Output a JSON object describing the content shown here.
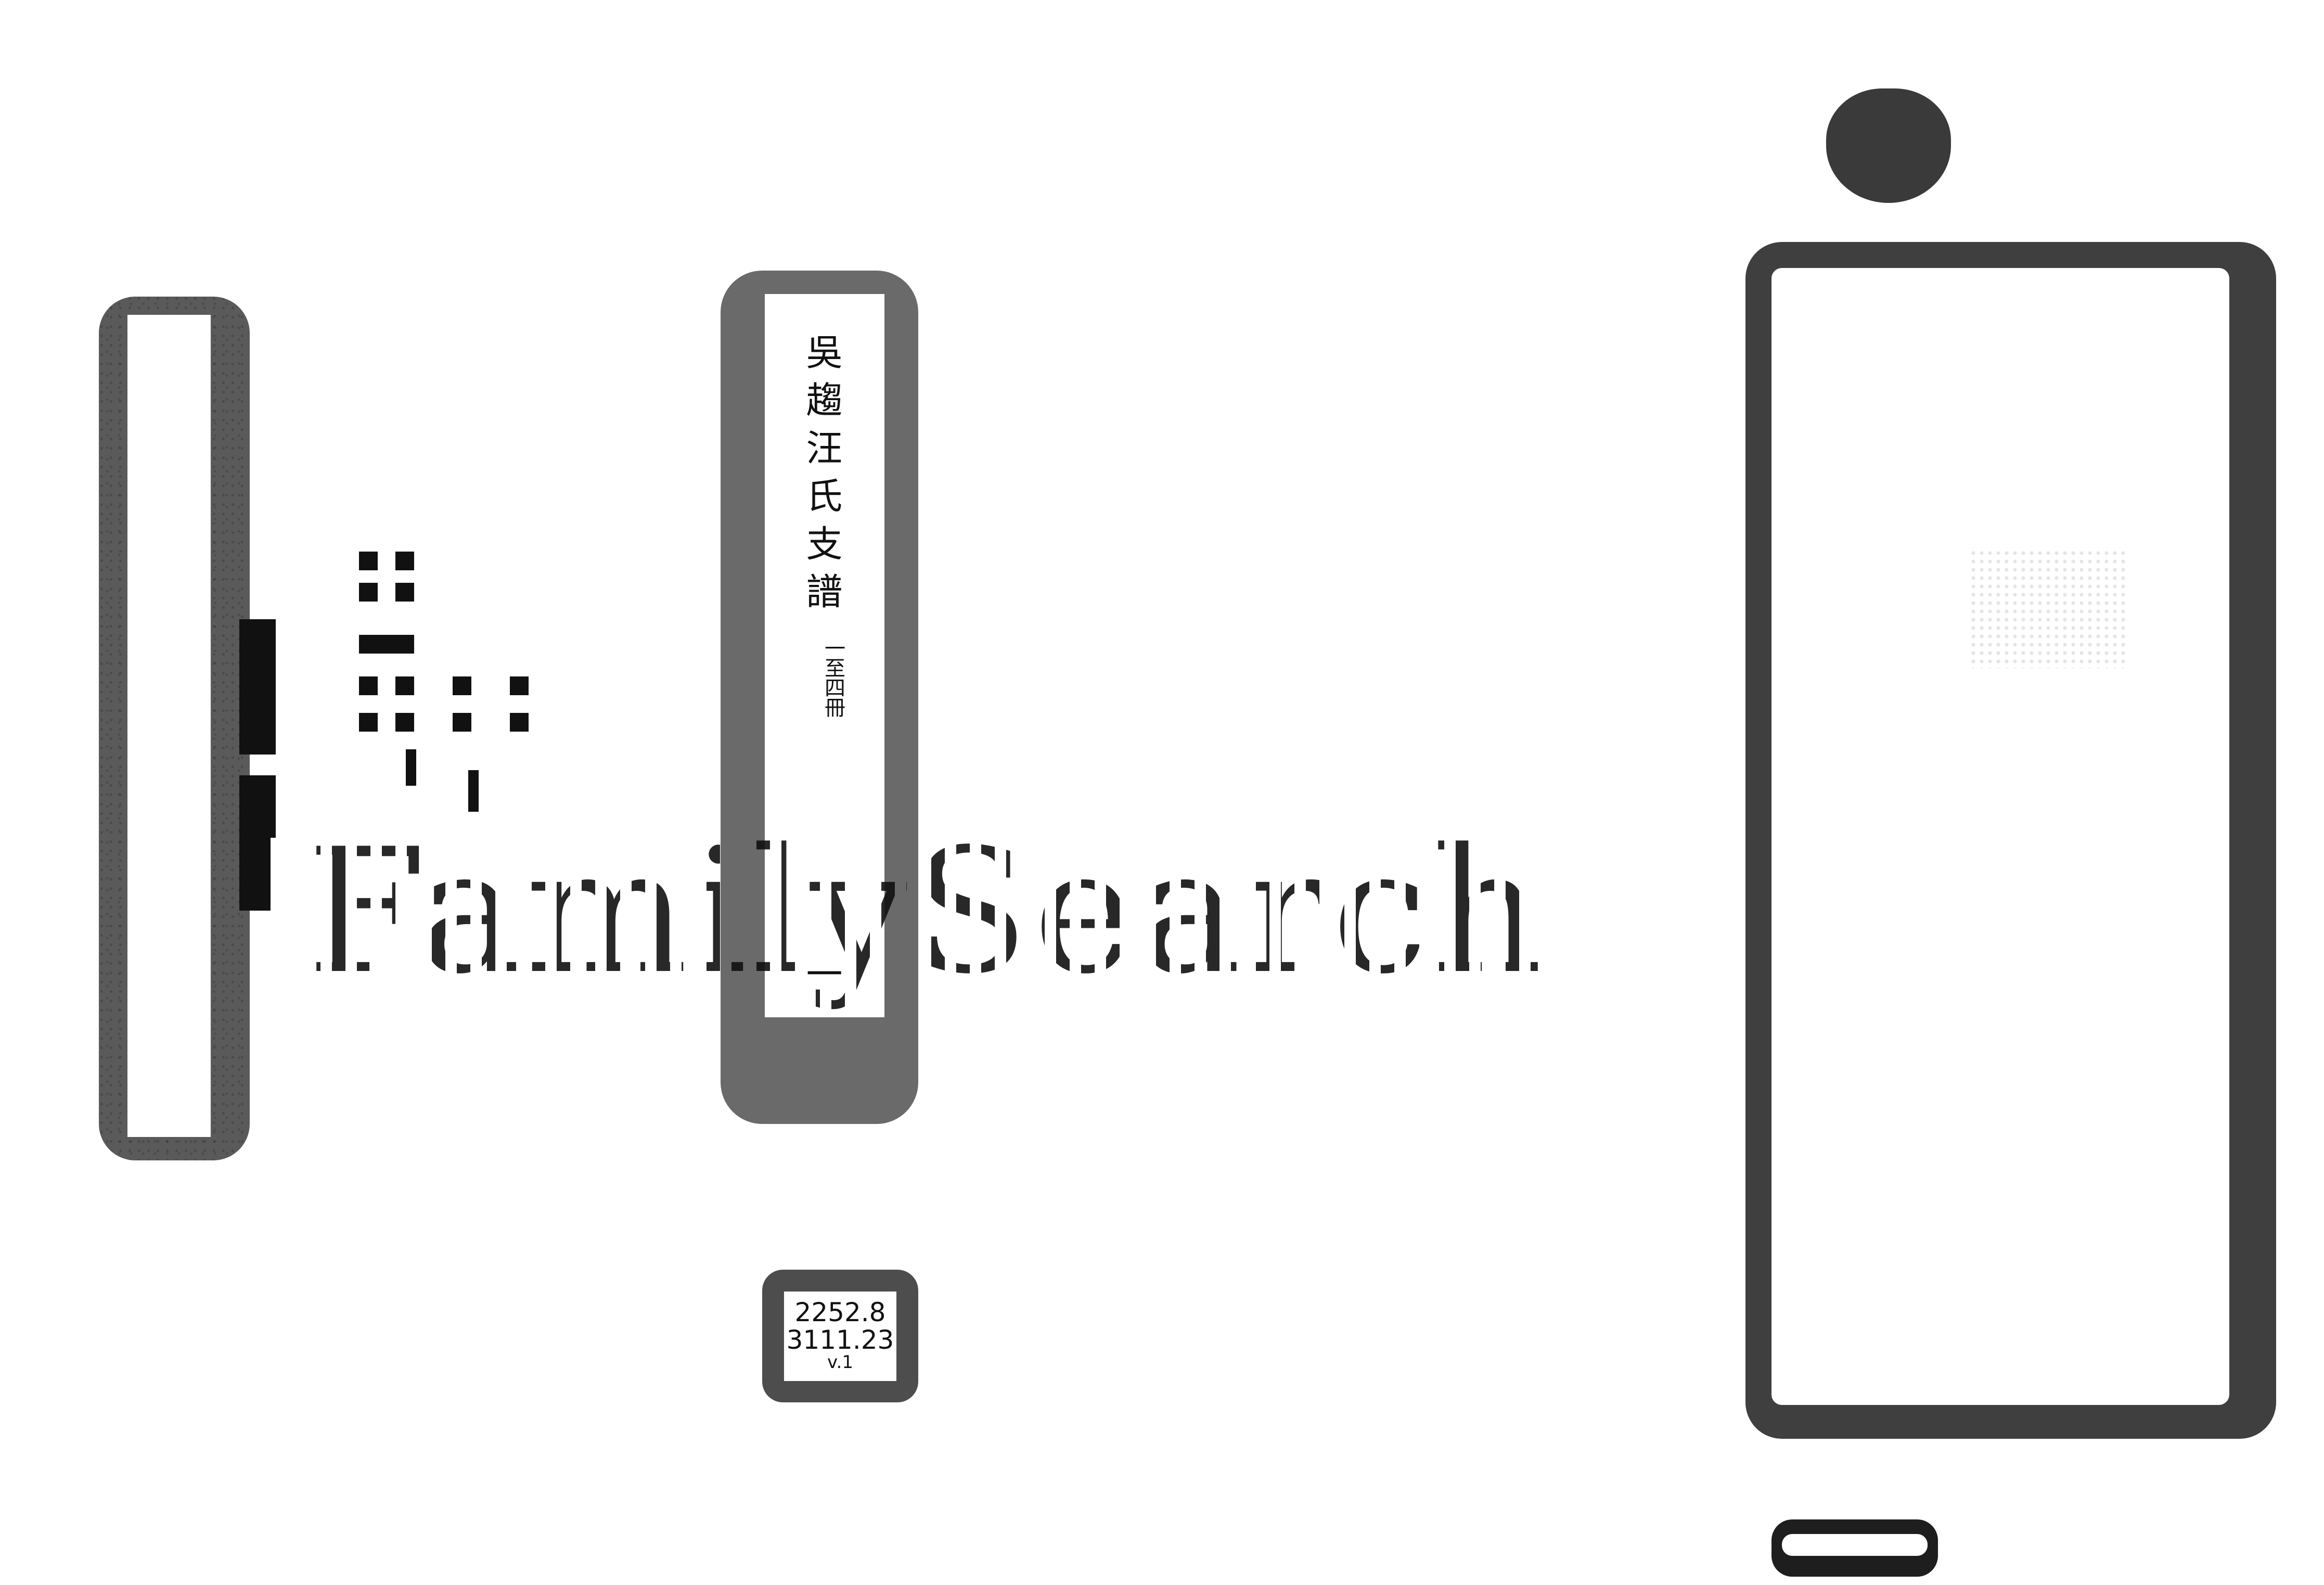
{
  "volume_slip": {
    "title": "吳趨汪氏支譜",
    "range": "一至四冊",
    "volume_numeral": "一"
  },
  "call_number": {
    "line1": "2252.8",
    "line2": "3111.23",
    "line3": "v.1"
  },
  "watermark": {
    "text": "FamilySearch"
  },
  "colors": {
    "ink": "#111111",
    "scan_gray": "#5a5a5a",
    "paper": "#ffffff"
  }
}
